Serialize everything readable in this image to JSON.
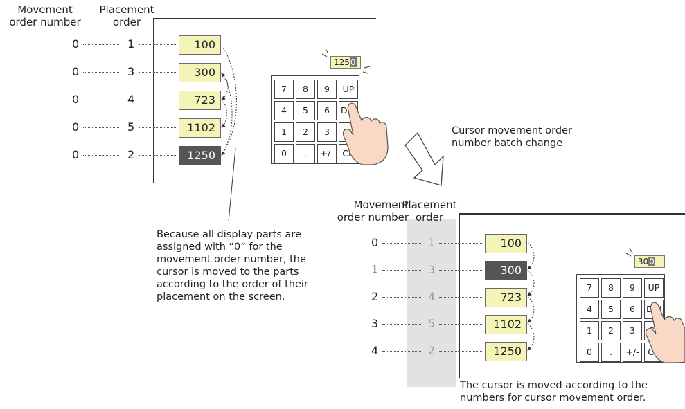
{
  "left": {
    "headers": {
      "movement": "Movement\norder number",
      "placement": "Placement\norder"
    },
    "rows": [
      {
        "movement": "0",
        "placement": "1",
        "value": "100",
        "selected": false
      },
      {
        "movement": "0",
        "placement": "3",
        "value": "300",
        "selected": false
      },
      {
        "movement": "0",
        "placement": "4",
        "value": "723",
        "selected": false
      },
      {
        "movement": "0",
        "placement": "5",
        "value": "1102",
        "selected": false
      },
      {
        "movement": "0",
        "placement": "2",
        "value": "1250",
        "selected": true
      }
    ],
    "display": {
      "digits": "125",
      "cursor_digit": "0"
    },
    "keypad": [
      [
        "7",
        "8",
        "9",
        "UP"
      ],
      [
        "4",
        "5",
        "6",
        "DW"
      ],
      [
        "1",
        "2",
        "3",
        "CL"
      ],
      [
        "0",
        ".",
        "+/-",
        "CR"
      ]
    ],
    "note": "Because all display parts are assigned with “0” for the movement order number, the cursor is moved to the parts according to the order of their placement on the screen."
  },
  "arrow_label": "Cursor movement order number batch change",
  "right": {
    "headers": {
      "movement": "Movement\norder number",
      "placement": "Placement\norder"
    },
    "rows": [
      {
        "movement": "0",
        "placement": "1",
        "value": "100",
        "selected": false
      },
      {
        "movement": "1",
        "placement": "3",
        "value": "300",
        "selected": true
      },
      {
        "movement": "2",
        "placement": "4",
        "value": "723",
        "selected": false
      },
      {
        "movement": "3",
        "placement": "5",
        "value": "1102",
        "selected": false
      },
      {
        "movement": "4",
        "placement": "2",
        "value": "1250",
        "selected": false
      }
    ],
    "display": {
      "digits": "30",
      "cursor_digit": "0"
    },
    "keypad": [
      [
        "7",
        "8",
        "9",
        "UP"
      ],
      [
        "4",
        "5",
        "6",
        "DW"
      ],
      [
        "1",
        "2",
        "3",
        "CL"
      ],
      [
        "0",
        ".",
        "+/-",
        "CR"
      ]
    ],
    "note": "The cursor is moved according to the numbers for cursor movement order."
  },
  "colors": {
    "part_fill": "#f4f3b8",
    "selected_fill": "#555555",
    "placement_band": "#e2e2e2"
  }
}
